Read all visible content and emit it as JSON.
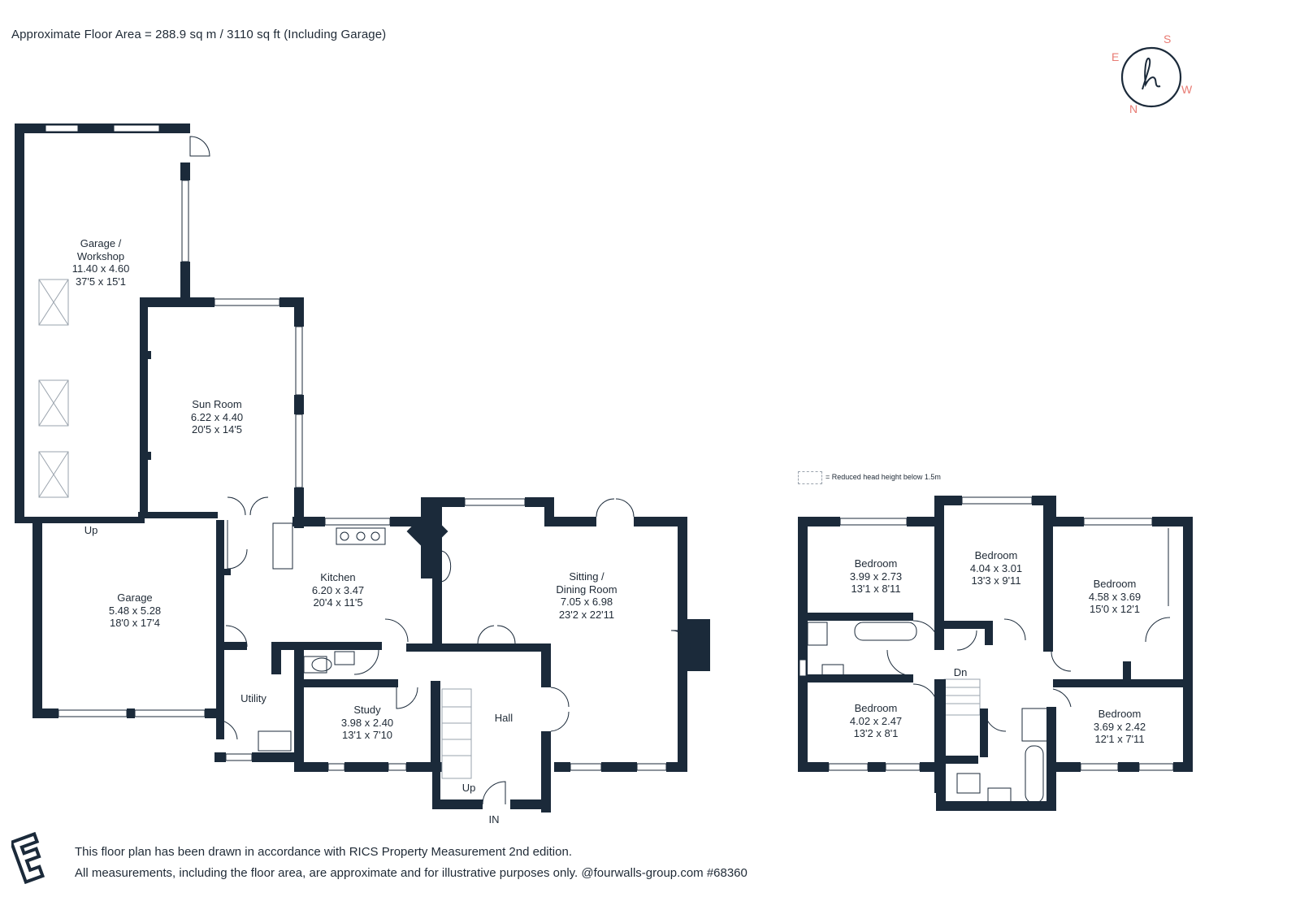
{
  "header": {
    "floor_area": "Approximate Floor Area = 288.9 sq m / 3110 sq ft (Including Garage)"
  },
  "compass": {
    "e": "E",
    "s": "S",
    "w": "W",
    "n": "N",
    "accent_color": "#e87b73"
  },
  "legend": {
    "text": "= Reduced head height below 1.5m"
  },
  "ground_floor": {
    "garage_workshop": {
      "name_line1": "Garage /",
      "name_line2": "Workshop",
      "metric": "11.40 x 4.60",
      "imperial": "37'5 x 15'1"
    },
    "sun_room": {
      "name": "Sun Room",
      "metric": "6.22 x 4.40",
      "imperial": "20'5 x 14'5"
    },
    "garage": {
      "name": "Garage",
      "metric": "5.48 x 5.28",
      "imperial": "18'0 x 17'4"
    },
    "kitchen": {
      "name": "Kitchen",
      "metric": "6.20 x 3.47",
      "imperial": "20'4 x 11'5"
    },
    "sitting": {
      "name_line1": "Sitting /",
      "name_line2": "Dining Room",
      "metric": "7.05 x 6.98",
      "imperial": "23'2 x 22'11"
    },
    "utility": {
      "name": "Utility"
    },
    "study": {
      "name": "Study",
      "metric": "3.98 x 2.40",
      "imperial": "13'1 x 7'10"
    },
    "hall": {
      "name": "Hall"
    },
    "up_garage": "Up",
    "up_hall": "Up",
    "entrance": "IN"
  },
  "first_floor": {
    "bed1": {
      "name": "Bedroom",
      "metric": "3.99 x 2.73",
      "imperial": "13'1 x 8'11"
    },
    "bed2": {
      "name": "Bedroom",
      "metric": "4.04 x 3.01",
      "imperial": "13'3 x 9'11"
    },
    "bed3": {
      "name": "Bedroom",
      "metric": "4.58 x 3.69",
      "imperial": "15'0 x 12'1"
    },
    "bed4": {
      "name": "Bedroom",
      "metric": "4.02 x 2.47",
      "imperial": "13'2 x 8'1"
    },
    "bed5": {
      "name": "Bedroom",
      "metric": "3.69 x 2.42",
      "imperial": "12'1 x 7'11"
    },
    "down": "Dn"
  },
  "footer": {
    "line1": "This floor plan has been drawn in accordance with RICS Property Measurement 2nd edition.",
    "line2": "All measurements, including the floor area, are approximate and for illustrative purposes only. @fourwalls-group.com #68360"
  },
  "colors": {
    "wall": "#1b2a3a",
    "text": "#1f2a36",
    "window": "#ffffff"
  }
}
